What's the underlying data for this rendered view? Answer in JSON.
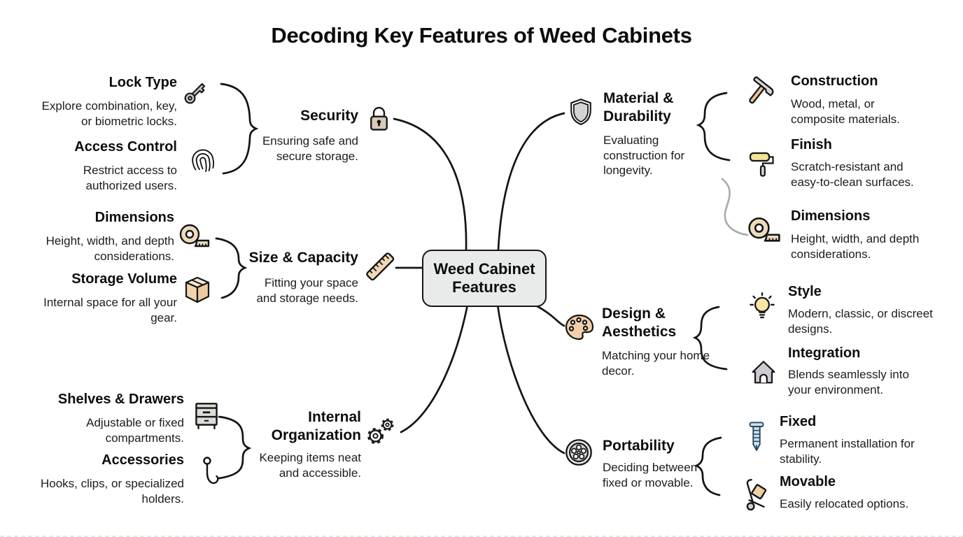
{
  "title": "Decoding Key Features of Weed Cabinets",
  "center": {
    "label": "Weed Cabinet Features"
  },
  "branches": [
    {
      "label": "Security",
      "desc": "Ensuring safe and secure storage.",
      "icon": "lock-icon",
      "side": "left",
      "children": [
        {
          "label": "Lock Type",
          "desc": "Explore combination, key, or biometric locks.",
          "icon": "key-icon"
        },
        {
          "label": "Access Control",
          "desc": "Restrict access to authorized users.",
          "icon": "fingerprint-icon"
        }
      ]
    },
    {
      "label": "Size & Capacity",
      "desc": "Fitting your space and storage needs.",
      "icon": "ruler-icon",
      "side": "left",
      "children": [
        {
          "label": "Dimensions",
          "desc": "Height, width, and depth considerations.",
          "icon": "tape-measure-icon"
        },
        {
          "label": "Storage Volume",
          "desc": "Internal space for all your gear.",
          "icon": "box-icon"
        }
      ]
    },
    {
      "label": "Internal Organization",
      "desc": "Keeping items neat and accessible.",
      "icon": "gears-icon",
      "side": "left",
      "children": [
        {
          "label": "Shelves & Drawers",
          "desc": "Adjustable or fixed compartments.",
          "icon": "drawers-icon"
        },
        {
          "label": "Accessories",
          "desc": "Hooks, clips, or specialized holders.",
          "icon": "hook-icon"
        }
      ]
    },
    {
      "label": "Material & Durability",
      "desc": "Evaluating construction for longevity.",
      "icon": "shield-icon",
      "side": "right",
      "children": [
        {
          "label": "Construction",
          "desc": "Wood, metal, or composite materials.",
          "icon": "hammer-icon"
        },
        {
          "label": "Finish",
          "desc": "Scratch-resistant and easy-to-clean surfaces.",
          "icon": "paint-roller-icon"
        },
        {
          "label": "Dimensions",
          "desc": "Height, width, and depth considerations.",
          "icon": "tape-measure-icon"
        }
      ]
    },
    {
      "label": "Design & Aesthetics",
      "desc": "Matching your home decor.",
      "icon": "palette-icon",
      "side": "right",
      "children": [
        {
          "label": "Style",
          "desc": "Modern, classic, or discreet designs.",
          "icon": "lightbulb-icon"
        },
        {
          "label": "Integration",
          "desc": "Blends seamlessly into your environment.",
          "icon": "house-icon"
        }
      ]
    },
    {
      "label": "Portability",
      "desc": "Deciding between fixed or movable.",
      "icon": "wheel-icon",
      "side": "right",
      "children": [
        {
          "label": "Fixed",
          "desc": "Permanent installation for stability.",
          "icon": "wall-anchor-icon"
        },
        {
          "label": "Movable",
          "desc": "Easily relocated options.",
          "icon": "hand-truck-icon"
        }
      ]
    }
  ],
  "colors": {
    "background": "#ffffff",
    "line": "#141414",
    "gray_line": "#ababab",
    "node_fill": "#e9eaea",
    "icon_tan": "#eed9bd",
    "icon_peach": "#f2d3ad",
    "icon_gray": "#d2d2d2",
    "icon_yellow": "#f5e49e",
    "icon_blue": "#cde0ef",
    "icon_lavender": "#cfc9d4"
  }
}
